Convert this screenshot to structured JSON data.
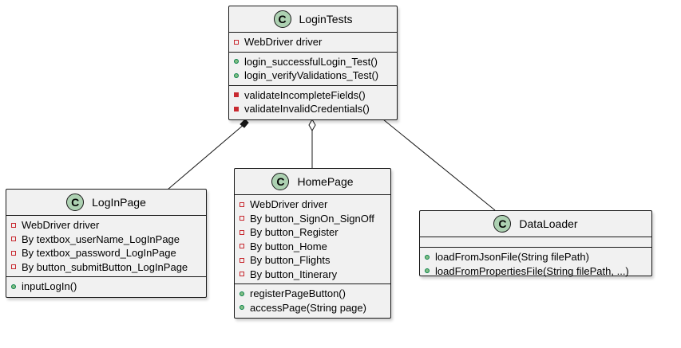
{
  "classes": [
    {
      "id": "LoginTests",
      "stereotype": "C",
      "name": "LoginTests",
      "fields": [
        {
          "visibility": "private",
          "text": "WebDriver driver"
        }
      ],
      "methods": [
        {
          "visibility": "public",
          "text": "login_successfulLogin_Test()"
        },
        {
          "visibility": "public",
          "text": "login_verifyValidations_Test()"
        }
      ],
      "extra_methods": [
        {
          "visibility": "private",
          "text": "validateIncompleteFields()"
        },
        {
          "visibility": "private",
          "text": "validateInvalidCredentials()"
        }
      ]
    },
    {
      "id": "LogInPage",
      "stereotype": "C",
      "name": "LogInPage",
      "fields": [
        {
          "visibility": "private",
          "text": "WebDriver driver"
        },
        {
          "visibility": "private",
          "text": "By textbox_userName_LogInPage"
        },
        {
          "visibility": "private",
          "text": "By textbox_password_LogInPage"
        },
        {
          "visibility": "private",
          "text": "By button_submitButton_LogInPage"
        }
      ],
      "methods": [
        {
          "visibility": "public",
          "text": "inputLogIn()"
        }
      ]
    },
    {
      "id": "HomePage",
      "stereotype": "C",
      "name": "HomePage",
      "fields": [
        {
          "visibility": "private",
          "text": "WebDriver driver"
        },
        {
          "visibility": "private",
          "text": "By button_SignOn_SignOff"
        },
        {
          "visibility": "private",
          "text": "By button_Register"
        },
        {
          "visibility": "private",
          "text": "By button_Home"
        },
        {
          "visibility": "private",
          "text": "By button_Flights"
        },
        {
          "visibility": "private",
          "text": "By button_Itinerary"
        }
      ],
      "methods": [
        {
          "visibility": "public",
          "text": "registerPageButton()"
        },
        {
          "visibility": "public",
          "text": "accessPage(String page)"
        }
      ]
    },
    {
      "id": "DataLoader",
      "stereotype": "C",
      "name": "DataLoader",
      "fields": [],
      "methods": [
        {
          "visibility": "public",
          "text": "loadFromJsonFile(String filePath)"
        },
        {
          "visibility": "public",
          "text": "loadFromPropertiesFile(String filePath, ...)"
        }
      ]
    }
  ],
  "relations": [
    {
      "from": "LoginTests",
      "to": "LogInPage",
      "type": "composition"
    },
    {
      "from": "LoginTests",
      "to": "HomePage",
      "type": "aggregation"
    },
    {
      "from": "LoginTests",
      "to": "DataLoader",
      "type": "association"
    }
  ],
  "colors": {
    "box_fill": "#f1f1f1",
    "border": "#181818",
    "icon_fill": "#add1b2",
    "private": "#c82930",
    "public": "#038048"
  }
}
